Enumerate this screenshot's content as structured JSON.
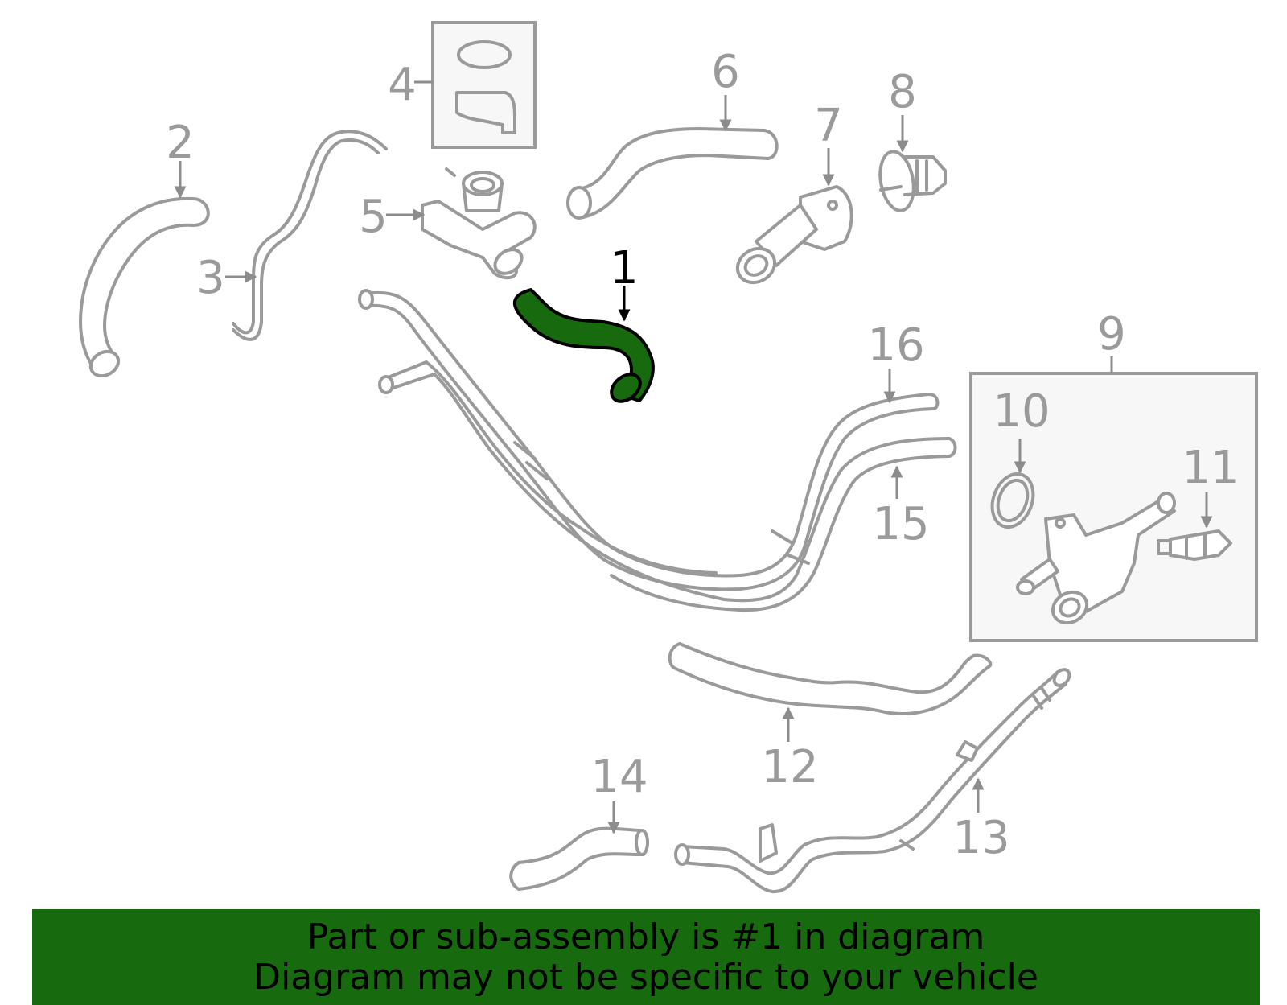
{
  "diagram": {
    "highlight_color": "#176b0e",
    "part_color": "#9a9a9a",
    "highlighted_part": "1",
    "callouts": {
      "c1": "1",
      "c2": "2",
      "c3": "3",
      "c4": "4",
      "c5": "5",
      "c6": "6",
      "c7": "7",
      "c8": "8",
      "c9": "9",
      "c10": "10",
      "c11": "11",
      "c12": "12",
      "c13": "13",
      "c14": "14",
      "c15": "15",
      "c16": "16"
    }
  },
  "banner": {
    "line1": "Part or sub-assembly is #1 in diagram",
    "line2": "Diagram may not be specific to your vehicle",
    "color": "#176b0e"
  }
}
